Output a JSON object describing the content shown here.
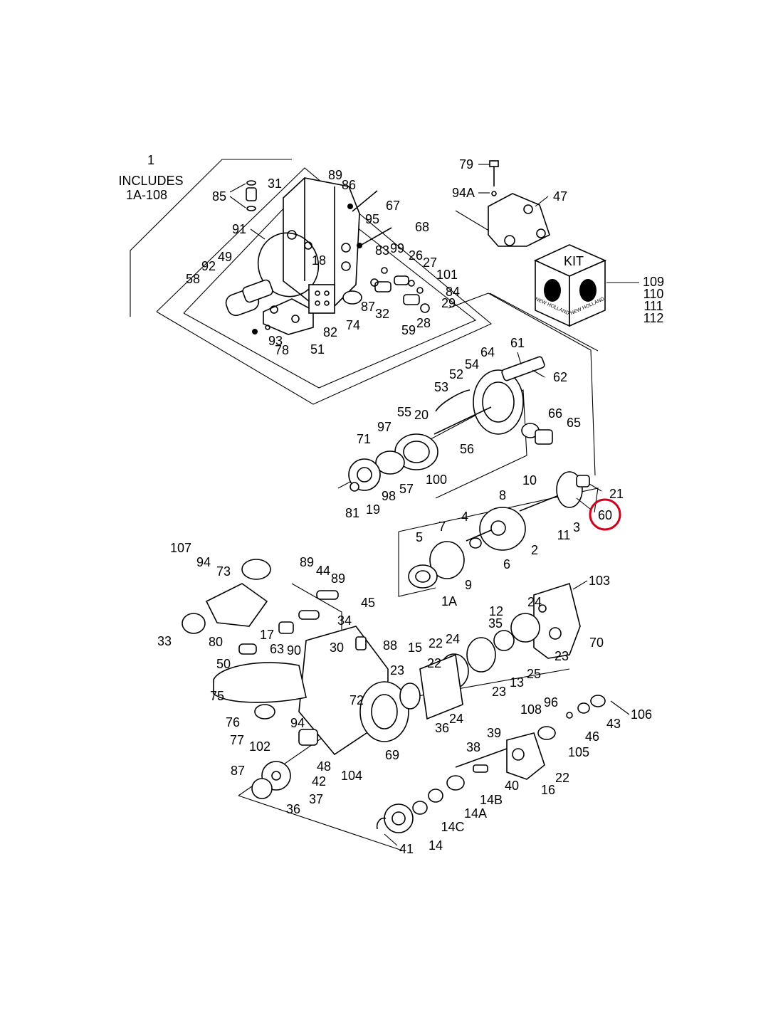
{
  "header": {
    "assembly_number": "1",
    "includes_line1": "INCLUDES",
    "includes_line2": "1A-108"
  },
  "kit": {
    "label": "KIT",
    "logo_text": "NEW HOLLAND",
    "numbers": [
      "109",
      "110",
      "111",
      "112"
    ]
  },
  "highlight": {
    "label": "60",
    "color": "#d0021b"
  },
  "parts": [
    "31",
    "85",
    "89",
    "86",
    "67",
    "95",
    "68",
    "91",
    "18",
    "83",
    "99",
    "26",
    "27",
    "101",
    "84",
    "29",
    "92",
    "49",
    "58",
    "87",
    "32",
    "59",
    "28",
    "82",
    "74",
    "93",
    "78",
    "51",
    "79",
    "94A",
    "47",
    "61",
    "64",
    "54",
    "52",
    "62",
    "53",
    "20",
    "66",
    "65",
    "55",
    "97",
    "56",
    "71",
    "100",
    "57",
    "98",
    "19",
    "81",
    "10",
    "21",
    "8",
    "3",
    "11",
    "4",
    "7",
    "2",
    "5",
    "6",
    "9",
    "1A",
    "107",
    "94",
    "73",
    "89",
    "44",
    "89",
    "103",
    "34",
    "45",
    "17",
    "90",
    "33",
    "80",
    "63",
    "30",
    "88",
    "50",
    "35",
    "12",
    "24",
    "22",
    "24",
    "15",
    "70",
    "23",
    "22",
    "23",
    "25",
    "75",
    "13",
    "23",
    "72",
    "76",
    "94",
    "24",
    "36",
    "77",
    "102",
    "106",
    "96",
    "108",
    "43",
    "46",
    "39",
    "69",
    "87",
    "48",
    "38",
    "105",
    "104",
    "42",
    "22",
    "37",
    "40",
    "16",
    "36",
    "14B",
    "14A",
    "14C",
    "41",
    "14"
  ],
  "colors": {
    "line": "#000000",
    "background": "#ffffff"
  }
}
